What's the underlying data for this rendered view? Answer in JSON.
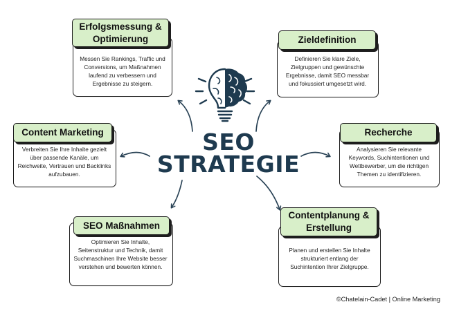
{
  "center": {
    "line1": "SEO",
    "line2": "STRATEGIE",
    "icon": "brain-lightbulb-icon"
  },
  "cards": {
    "erfolgsmessung": {
      "title": "Erfolgsmessung & Optimierung",
      "text": "Messen Sie Rankings, Traffic und Conversions, um Maßnahmen laufend zu verbessern und Ergebnisse zu steigern."
    },
    "zieldefinition": {
      "title": "Zieldefinition",
      "text": "Definieren Sie klare Ziele, Zielgruppen und gewünschte Ergebnisse, damit SEO messbar und fokussiert umgesetzt wird."
    },
    "content_marketing": {
      "title": "Content Marketing",
      "text": "Verbreiten Sie Ihre Inhalte gezielt über passende Kanäle, um Reichweite, Vertrauen und Backlinks aufzubauen."
    },
    "recherche": {
      "title": "Recherche",
      "text": "Analysieren Sie relevante Keywords, Suchintentionen und Wettbewerber, um die richtigen Themen zu identifizieren."
    },
    "seo_massnahmen": {
      "title": "SEO Maßnahmen",
      "text": "Optimieren Sie Inhalte, Seitenstruktur und Technik, damit Suchmaschinen Ihre Website besser verstehen und bewerten können."
    },
    "contentplanung": {
      "title": "Contentplanung & Erstellung",
      "text": "Planen und erstellen Sie Inhalte strukturiert entlang der Suchintention Ihrer Zielgruppe."
    }
  },
  "credit": "©Chatelain-Cadet | Online Marketing",
  "colors": {
    "accent_green": "#d8efc9",
    "title_navy": "#1e3a4f",
    "arrow": "#2a4356",
    "border": "#1d1d1d"
  }
}
